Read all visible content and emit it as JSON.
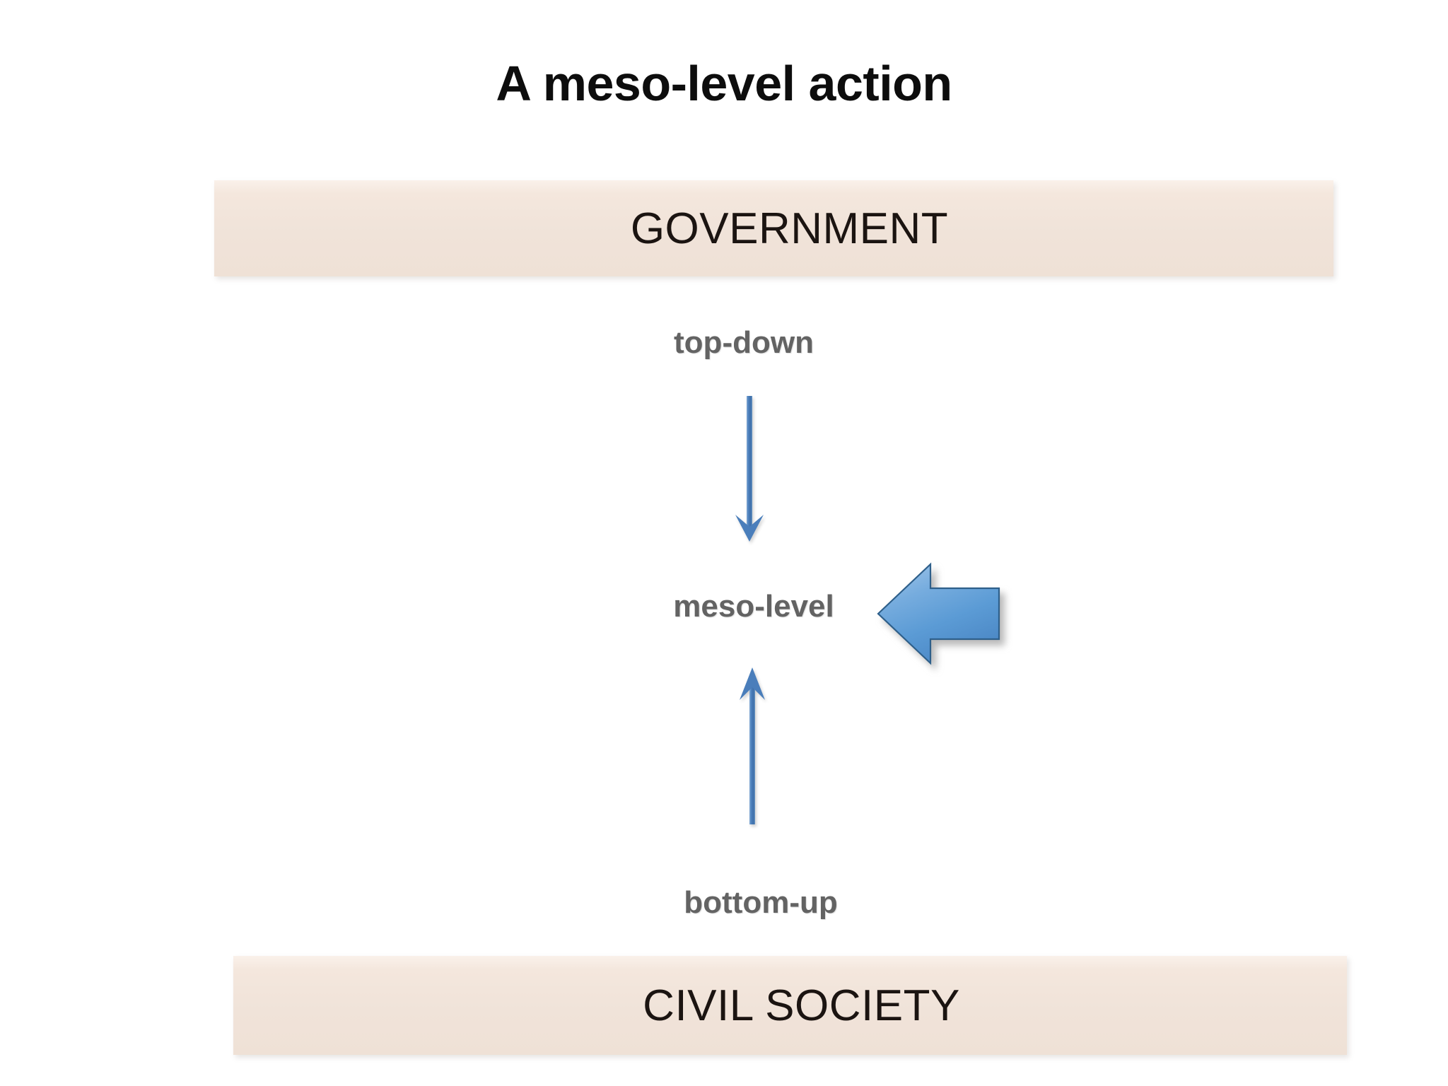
{
  "slide": {
    "title": "A meso-level action",
    "background_color": "#ffffff"
  },
  "bands": [
    {
      "id": "government",
      "label": "GOVERNMENT",
      "fill_color": "#F0E3D9",
      "text_color": "#1b1411"
    },
    {
      "id": "civil-society",
      "label": "CIVIL SOCIETY",
      "fill_color": "#F0E3D9",
      "text_color": "#1b1411"
    }
  ],
  "levels": [
    {
      "id": "top-down",
      "label": "top-down",
      "text_color": "#636363"
    },
    {
      "id": "meso-level",
      "label": "meso-level",
      "text_color": "#636363"
    },
    {
      "id": "bottom-up",
      "label": "bottom-up",
      "text_color": "#636363"
    }
  ],
  "arrows": [
    {
      "id": "arrow-down",
      "icon": "arrow-down-icon",
      "direction": "down",
      "from": "GOVERNMENT",
      "to": "meso-level",
      "color": "#4A7EBB"
    },
    {
      "id": "arrow-up",
      "icon": "arrow-up-icon",
      "direction": "up",
      "from": "CIVIL SOCIETY",
      "to": "meso-level",
      "color": "#4A7EBB"
    },
    {
      "id": "block-arrow-left",
      "icon": "block-arrow-left-icon",
      "direction": "left",
      "points_at": "meso-level",
      "fill_color": "#5B9BD5",
      "border_color": "#2E5F8A"
    }
  ],
  "palette": {
    "accent_blue": "#4A7EBB",
    "block_arrow_blue": "#5B9BD5",
    "band_beige": "#F0E3D9",
    "label_grey": "#636363",
    "title_black": "#0d0d0d"
  }
}
